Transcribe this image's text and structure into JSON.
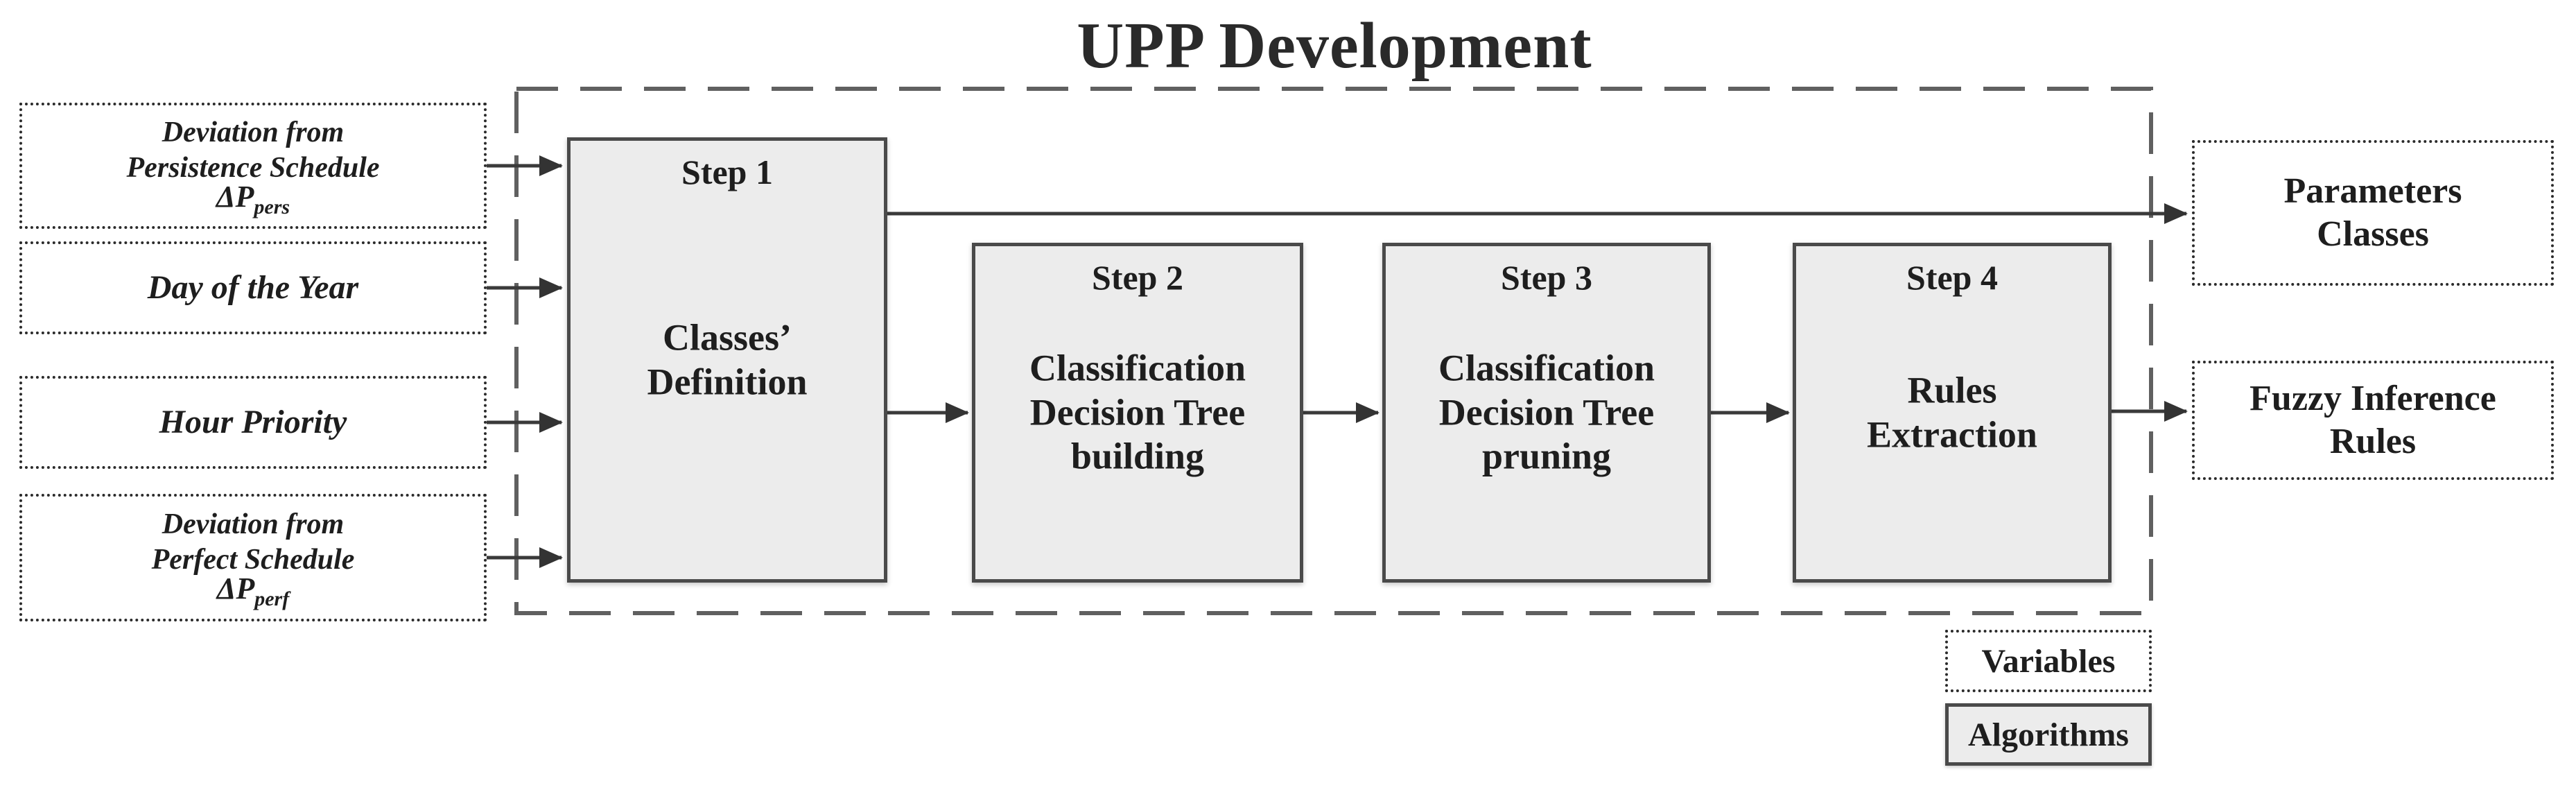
{
  "title": "UPP Development",
  "inputs": [
    {
      "lines": [
        "Deviation from",
        "Persistence Schedule"
      ],
      "symbol": "ΔP",
      "symbol_sub": "pers"
    },
    {
      "lines": [
        "Day of the Year"
      ]
    },
    {
      "lines": [
        "Hour Priority"
      ]
    },
    {
      "lines": [
        "Deviation from",
        "Perfect Schedule"
      ],
      "symbol": "ΔP",
      "symbol_sub": "perf"
    }
  ],
  "steps": [
    {
      "label": "Step 1",
      "name_lines": [
        "Classes’",
        "Definition"
      ]
    },
    {
      "label": "Step 2",
      "name_lines": [
        "Classification",
        "Decision Tree",
        "building"
      ]
    },
    {
      "label": "Step 3",
      "name_lines": [
        "Classification",
        "Decision Tree",
        "pruning"
      ]
    },
    {
      "label": "Step 4",
      "name_lines": [
        "Rules",
        "Extraction"
      ]
    }
  ],
  "outputs": [
    {
      "lines": [
        "Parameters",
        "Classes"
      ]
    },
    {
      "lines": [
        "Fuzzy Inference",
        "Rules"
      ]
    }
  ],
  "legend": [
    {
      "label": "Variables",
      "style": "dotted"
    },
    {
      "label": "Algorithms",
      "style": "solid"
    }
  ],
  "colors": {
    "background": "#ffffff",
    "step_box_fill": "#ececec",
    "step_box_border": "#4a4a4a",
    "dotted_border": "#2b2b2b",
    "dashed_boundary": "#606060",
    "connector": "#3a3a3a",
    "text": "#1e1e1e"
  }
}
